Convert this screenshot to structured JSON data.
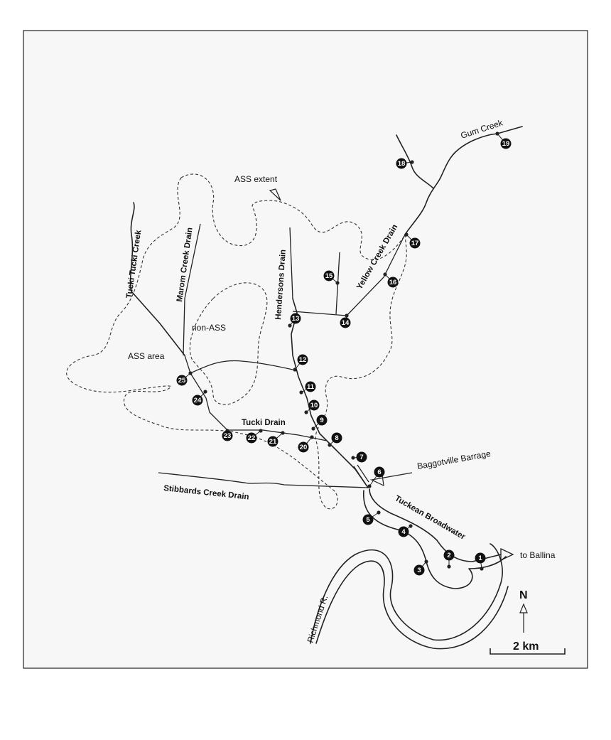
{
  "colors": {
    "background": "#ffffff",
    "frame": "#f7f7f7",
    "ink": "#222222",
    "marker_fill": "#111111",
    "marker_text": "#ffffff"
  },
  "labels": {
    "gum_creek": "Gum Creek",
    "ass_extent": "ASS extent",
    "tucki_tucki_creek": "Tucki Tucki Creek",
    "marom_creek_drain": "Marom Creek Drain",
    "hendersons_drain": "Hendersons Drain",
    "yellow_creek_drain": "Yellow Creek Drain",
    "non_ass": "non-ASS",
    "ass_area": "ASS area",
    "tucki_drain": "Tucki Drain",
    "baggotville_barrage": "Baggotville Barrage",
    "stibbards_creek_drain": "Stibbards Creek Drain",
    "tuckean_broadwater": "Tuckean Broadwater",
    "to_ballina": "to Ballina",
    "richmond_r": "Richmond R.",
    "north": "N",
    "scale": "2 km"
  },
  "sites": [
    {
      "id": "1",
      "label": "1"
    },
    {
      "id": "2",
      "label": "2"
    },
    {
      "id": "3",
      "label": "3"
    },
    {
      "id": "4",
      "label": "4"
    },
    {
      "id": "5",
      "label": "5"
    },
    {
      "id": "6",
      "label": "6"
    },
    {
      "id": "7",
      "label": "7"
    },
    {
      "id": "8",
      "label": "8"
    },
    {
      "id": "9",
      "label": "9"
    },
    {
      "id": "10",
      "label": "10"
    },
    {
      "id": "11",
      "label": "11"
    },
    {
      "id": "12",
      "label": "12"
    },
    {
      "id": "13",
      "label": "13"
    },
    {
      "id": "14",
      "label": "14"
    },
    {
      "id": "15",
      "label": "15"
    },
    {
      "id": "16",
      "label": "16"
    },
    {
      "id": "17",
      "label": "17"
    },
    {
      "id": "18",
      "label": "18"
    },
    {
      "id": "19",
      "label": "19"
    },
    {
      "id": "20",
      "label": "20"
    },
    {
      "id": "21",
      "label": "21"
    },
    {
      "id": "22",
      "label": "22"
    },
    {
      "id": "23",
      "label": "23"
    },
    {
      "id": "24",
      "label": "24"
    },
    {
      "id": "25",
      "label": "25"
    }
  ]
}
